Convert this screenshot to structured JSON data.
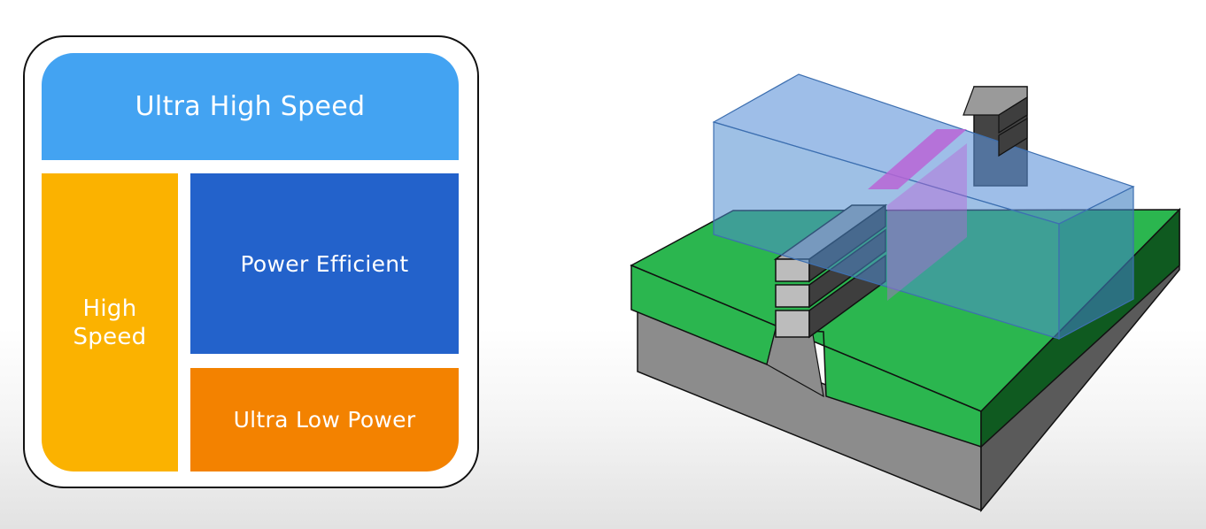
{
  "blocks": {
    "ultra_high_speed": {
      "label": "Ultra High Speed",
      "color": "#43A3F2"
    },
    "high_speed": {
      "label": "High Speed",
      "color": "#FBB200"
    },
    "power_efficient": {
      "label": "Power Efficient",
      "color": "#2362CB"
    },
    "ultra_low_power": {
      "label": "Ultra Low Power",
      "color": "#F38200"
    }
  },
  "device_colors": {
    "substrate_gray": "#8C8C8C",
    "oxide_green": "#2BB64F",
    "gate_blue": "#5D93D9",
    "channel_magenta": "#B865D6",
    "nanosheet_gray": "#A8A8A8"
  }
}
